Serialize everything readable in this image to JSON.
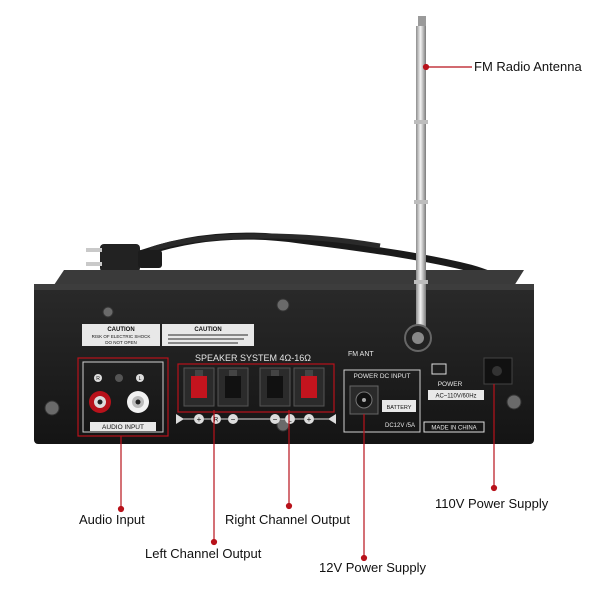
{
  "callouts": {
    "fm_antenna": "FM Radio Antenna",
    "audio_input": "Audio Input",
    "right_output": "Right Channel Output",
    "left_output": "Left Channel Output",
    "power_12v": "12V Power Supply",
    "power_110v": "110V Power Supply"
  },
  "panel": {
    "caution_1_title": "CAUTION",
    "caution_1_line1": "RISK OF ELECTRIC SHOCK",
    "caution_1_line2": "DO NOT OPEN",
    "caution_2_title": "CAUTION",
    "speaker_system": "SPEAKER SYSTEM 4Ω-16Ω",
    "audio_input_label": "AUDIO INPUT",
    "jack_r": "R",
    "jack_l": "L",
    "fm_ant": "FM ANT",
    "power_dc_input": "POWER DC INPUT",
    "battery": "BATTERY",
    "dc_rating": "DC12V /5A",
    "power": "POWER",
    "ac_rating": "AC~110V/60Hz",
    "made_in": "MADE IN CHINA",
    "terminal_r": "R",
    "terminal_l": "L"
  },
  "colors": {
    "accent": "#b8121b",
    "chassis": "#1c1c1c",
    "chassis_top": "#2e2e2e",
    "panel_text": "#e6e6e6"
  }
}
